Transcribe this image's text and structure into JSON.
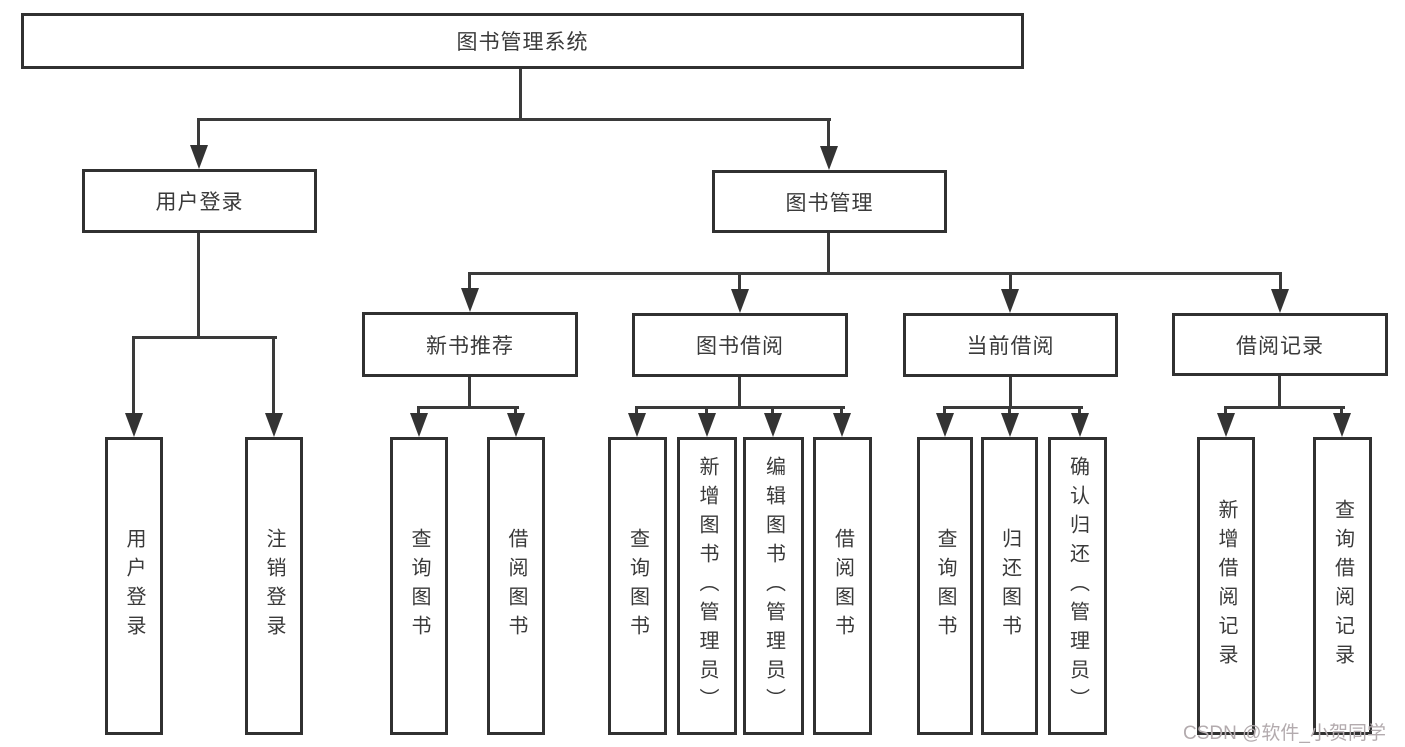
{
  "diagram_type": "hierarchy-tree",
  "colors": {
    "line": "#333333",
    "box_border": "#313131",
    "text": "#3a3a3a",
    "background": "#ffffff",
    "watermark_text_color": "#b3abae"
  },
  "watermark": {
    "text": "CSDN @软件_小贺同学"
  },
  "tree": {
    "label": "图书管理系统",
    "children": [
      {
        "label": "用户登录",
        "children": [
          {
            "label": "用户登录"
          },
          {
            "label": "注销登录"
          }
        ]
      },
      {
        "label": "图书管理",
        "children": [
          {
            "label": "新书推荐",
            "children": [
              {
                "label": "查询图书"
              },
              {
                "label": "借阅图书"
              }
            ]
          },
          {
            "label": "图书借阅",
            "children": [
              {
                "label": "查询图书"
              },
              {
                "label": "新增图书（管理员）"
              },
              {
                "label": "编辑图书（管理员）"
              },
              {
                "label": "借阅图书"
              }
            ]
          },
          {
            "label": "当前借阅",
            "children": [
              {
                "label": "查询图书"
              },
              {
                "label": "归还图书"
              },
              {
                "label": "确认归还（管理员）"
              }
            ]
          },
          {
            "label": "借阅记录",
            "children": [
              {
                "label": "新增借阅记录"
              },
              {
                "label": "查询借阅记录"
              }
            ]
          }
        ]
      }
    ]
  }
}
